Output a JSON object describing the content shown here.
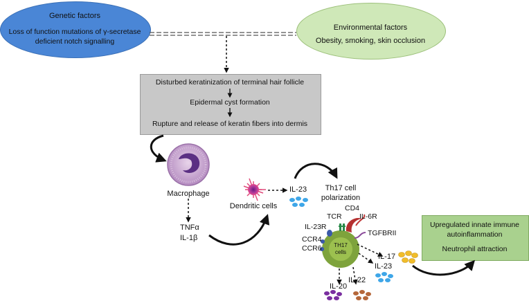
{
  "genetic": {
    "title": "Genetic factors",
    "line1": "Loss of function mutations of γ-secretase",
    "line2": "deficient notch signalling",
    "color": "#4a86d6"
  },
  "environmental": {
    "title": "Environmental factors",
    "line1": "Obesity, smoking, skin occlusion",
    "color": "#cfe8b8"
  },
  "process": {
    "step1": "Disturbed keratinization of terminal hair follicle",
    "step2": "Epidermal cyst formation",
    "step3": "Rupture and release of keratin fibers into dermis",
    "color": "#c8c8c8"
  },
  "cells": {
    "macrophage": "Macrophage",
    "dendritic": "Dendritic cells",
    "th17_line1": "TH17",
    "th17_line2": "cells",
    "th17_color": "#8ab04a"
  },
  "cytokines": {
    "tnf": "TNFα",
    "il1b": "IL-1β",
    "il23_top": "IL-23",
    "il17": "IL-17",
    "il23": "IL-23",
    "il22": "IL-22",
    "il20": "IL-20"
  },
  "polarization": {
    "line1": "Th17 cell",
    "line2": "polarization"
  },
  "receptors": {
    "tcr": "TCR",
    "cd4": "CD4",
    "il6r": "IL-6R",
    "il23r": "IL-23R",
    "tgfbrii": "TGFBRII",
    "ccr4": "CCR4",
    "ccr6": "CCR6"
  },
  "outcome": {
    "line1": "Upregulated innate immune",
    "line2": "autoinflammation",
    "line3": "Neutrophil attraction",
    "color": "#a9d18e"
  }
}
